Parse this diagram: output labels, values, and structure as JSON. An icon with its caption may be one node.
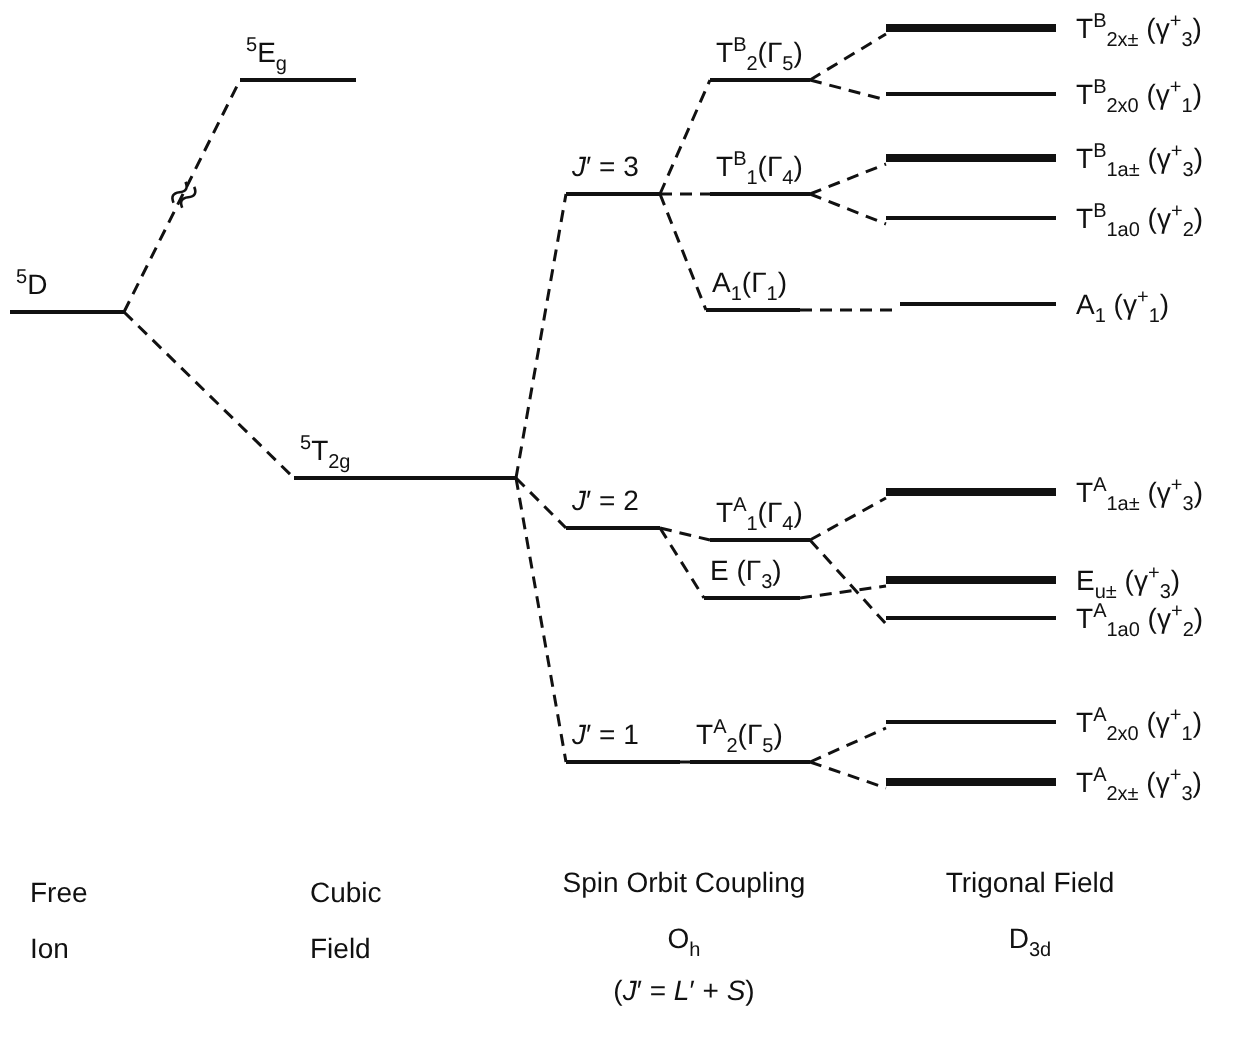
{
  "diagram": {
    "nodes": [
      {
        "text": [
          "$^{5}$D"
        ]
      },
      {
        "text": [
          "$^{5}$E$_{g}$"
        ]
      },
      {
        "text": [
          "$^{5}$T$_{2g}$"
        ]
      },
      {
        "text": [
          "*J*′ = 3"
        ]
      },
      {
        "text": [
          "*J*′ = 2"
        ]
      },
      {
        "text": [
          "*J*′ = 1"
        ]
      },
      {
        "text": [
          "T$^{B}$$_{2}$(Γ$_{5}$)"
        ]
      },
      {
        "text": [
          "T$^{B}$$_{1}$(Γ$_{4}$)"
        ]
      },
      {
        "text": [
          "A$_{1}$(Γ$_{1}$)"
        ]
      },
      {
        "text": [
          "T$^{A}$$_{1}$(Γ$_{4}$)"
        ]
      },
      {
        "text": [
          "E (Γ$_{3}$)"
        ]
      },
      {
        "text": [
          "T$^{A}$$_{2}$(Γ$_{5}$)"
        ]
      },
      {
        "text": [
          "T$^{B}$$_{2x±}$ (γ$^{+}$$_{3}$)"
        ]
      },
      {
        "text": [
          "T$^{B}$$_{2x0}$ (γ$^{+}$$_{1}$)"
        ]
      },
      {
        "text": [
          "T$^{B}$$_{1a±}$ (γ$^{+}$$_{3}$)"
        ]
      },
      {
        "text": [
          "T$^{B}$$_{1a0}$ (γ$^{+}$$_{2}$)"
        ]
      },
      {
        "text": [
          "A$_{1}$ (γ$^{+}$$_{1}$)"
        ]
      },
      {
        "text": [
          "T$^{A}$$_{1a±}$ (γ$^{+}$$_{3}$)"
        ]
      },
      {
        "text": [
          "E$_{u±}$ (γ$^{+}$$_{3}$)"
        ]
      },
      {
        "text": [
          "T$^{A}$$_{1a0}$ (γ$^{+}$$_{2}$)"
        ]
      },
      {
        "text": [
          "T$^{A}$$_{2x0}$ (γ$^{+}$$_{1}$)"
        ]
      },
      {
        "text": [
          "T$^{A}$$_{2x±}$ (γ$^{+}$$_{3}$)"
        ]
      }
    ],
    "edges": [
      {
        "from": 0,
        "to": 1,
        "arrow": "none",
        "style": "dashed"
      },
      {
        "from": 0,
        "to": 2,
        "arrow": "none",
        "style": "dashed"
      },
      {
        "from": 2,
        "to": 3,
        "arrow": "none",
        "style": "dashed"
      },
      {
        "from": 2,
        "to": 4,
        "arrow": "none",
        "style": "dashed"
      },
      {
        "from": 2,
        "to": 5,
        "arrow": "none",
        "style": "dashed"
      },
      {
        "from": 3,
        "to": 6,
        "arrow": "none",
        "style": "dashed"
      },
      {
        "from": 3,
        "to": 7,
        "arrow": "none",
        "style": "dashed"
      },
      {
        "from": 3,
        "to": 8,
        "arrow": "none",
        "style": "dashed"
      },
      {
        "from": 4,
        "to": 9,
        "arrow": "none",
        "style": "dashed"
      },
      {
        "from": 4,
        "to": 10,
        "arrow": "none",
        "style": "dashed"
      },
      {
        "from": 5,
        "to": 11,
        "arrow": "none",
        "style": "dashed"
      },
      {
        "from": 6,
        "to": 12,
        "arrow": "none",
        "style": "dashed"
      },
      {
        "from": 6,
        "to": 13,
        "arrow": "none",
        "style": "dashed"
      },
      {
        "from": 7,
        "to": 14,
        "arrow": "none",
        "style": "dashed"
      },
      {
        "from": 7,
        "to": 15,
        "arrow": "none",
        "style": "dashed"
      },
      {
        "from": 8,
        "to": 16,
        "arrow": "none",
        "style": "dashed"
      },
      {
        "from": 9,
        "to": 17,
        "arrow": "none",
        "style": "dashed"
      },
      {
        "from": 9,
        "to": 19,
        "arrow": "none",
        "style": "dashed"
      },
      {
        "from": 10,
        "to": 18,
        "arrow": "none",
        "style": "dashed"
      },
      {
        "from": 11,
        "to": 20,
        "arrow": "none",
        "style": "dashed"
      },
      {
        "from": 11,
        "to": 21,
        "arrow": "none",
        "style": "dashed"
      }
    ],
    "labels": [
      "Free Ion",
      "Cubic Field",
      "Spin Orbit Coupling",
      "O$_{h}$",
      "(*J*′ = *L*′ + *S*)",
      "Trigonal Field",
      "D$_{3d}$"
    ]
  }
}
